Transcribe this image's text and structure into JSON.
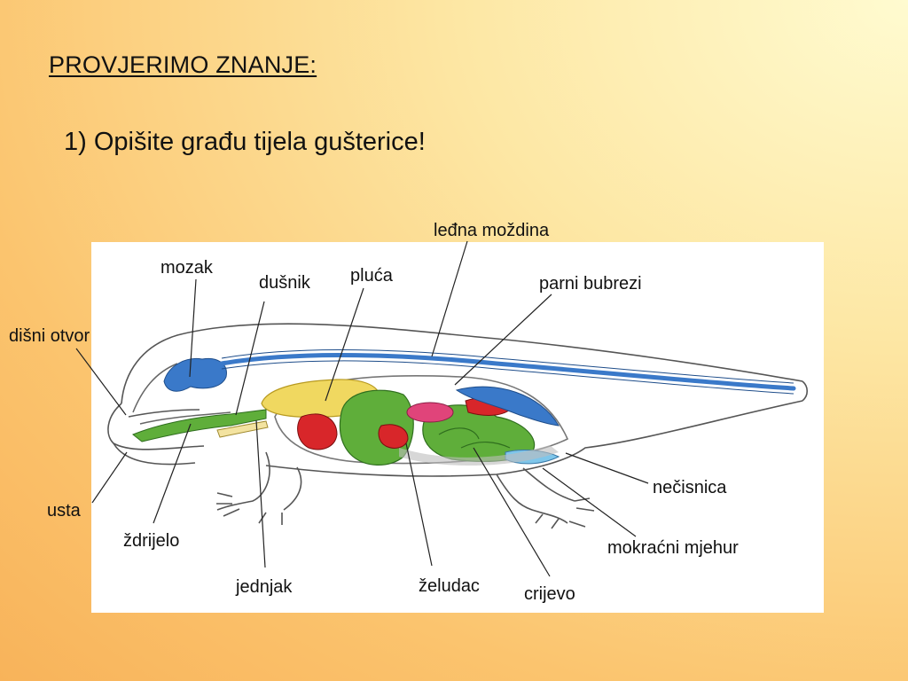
{
  "slide": {
    "title": "PROVJERIMO ZNANJE:",
    "question": "1) Opišite građu tijela gušterice!"
  },
  "labels": {
    "ledna_mozdina": "leđna moždina",
    "mozak": "mozak",
    "dusnik": "dušnik",
    "pluca": "pluća",
    "parni_bubrezi": "parni bubrezi",
    "disni_otvor": "dišni otvor",
    "usta": "usta",
    "zdrijelo": "ždrijelo",
    "jednjak": "jednjak",
    "zeludac": "želudac",
    "crijevo": "crijevo",
    "necisnica": "nečisnica",
    "mokracni_mjehur": "mokraćni mjehur"
  },
  "colors": {
    "brain_spinal": "#3a79c9",
    "lungs": "#f0d860",
    "digestive": "#5fae3a",
    "heart_liver": "#d8262a",
    "kidney_pink": "#e0447a",
    "bladder_light_blue": "#7fc6ea"
  }
}
